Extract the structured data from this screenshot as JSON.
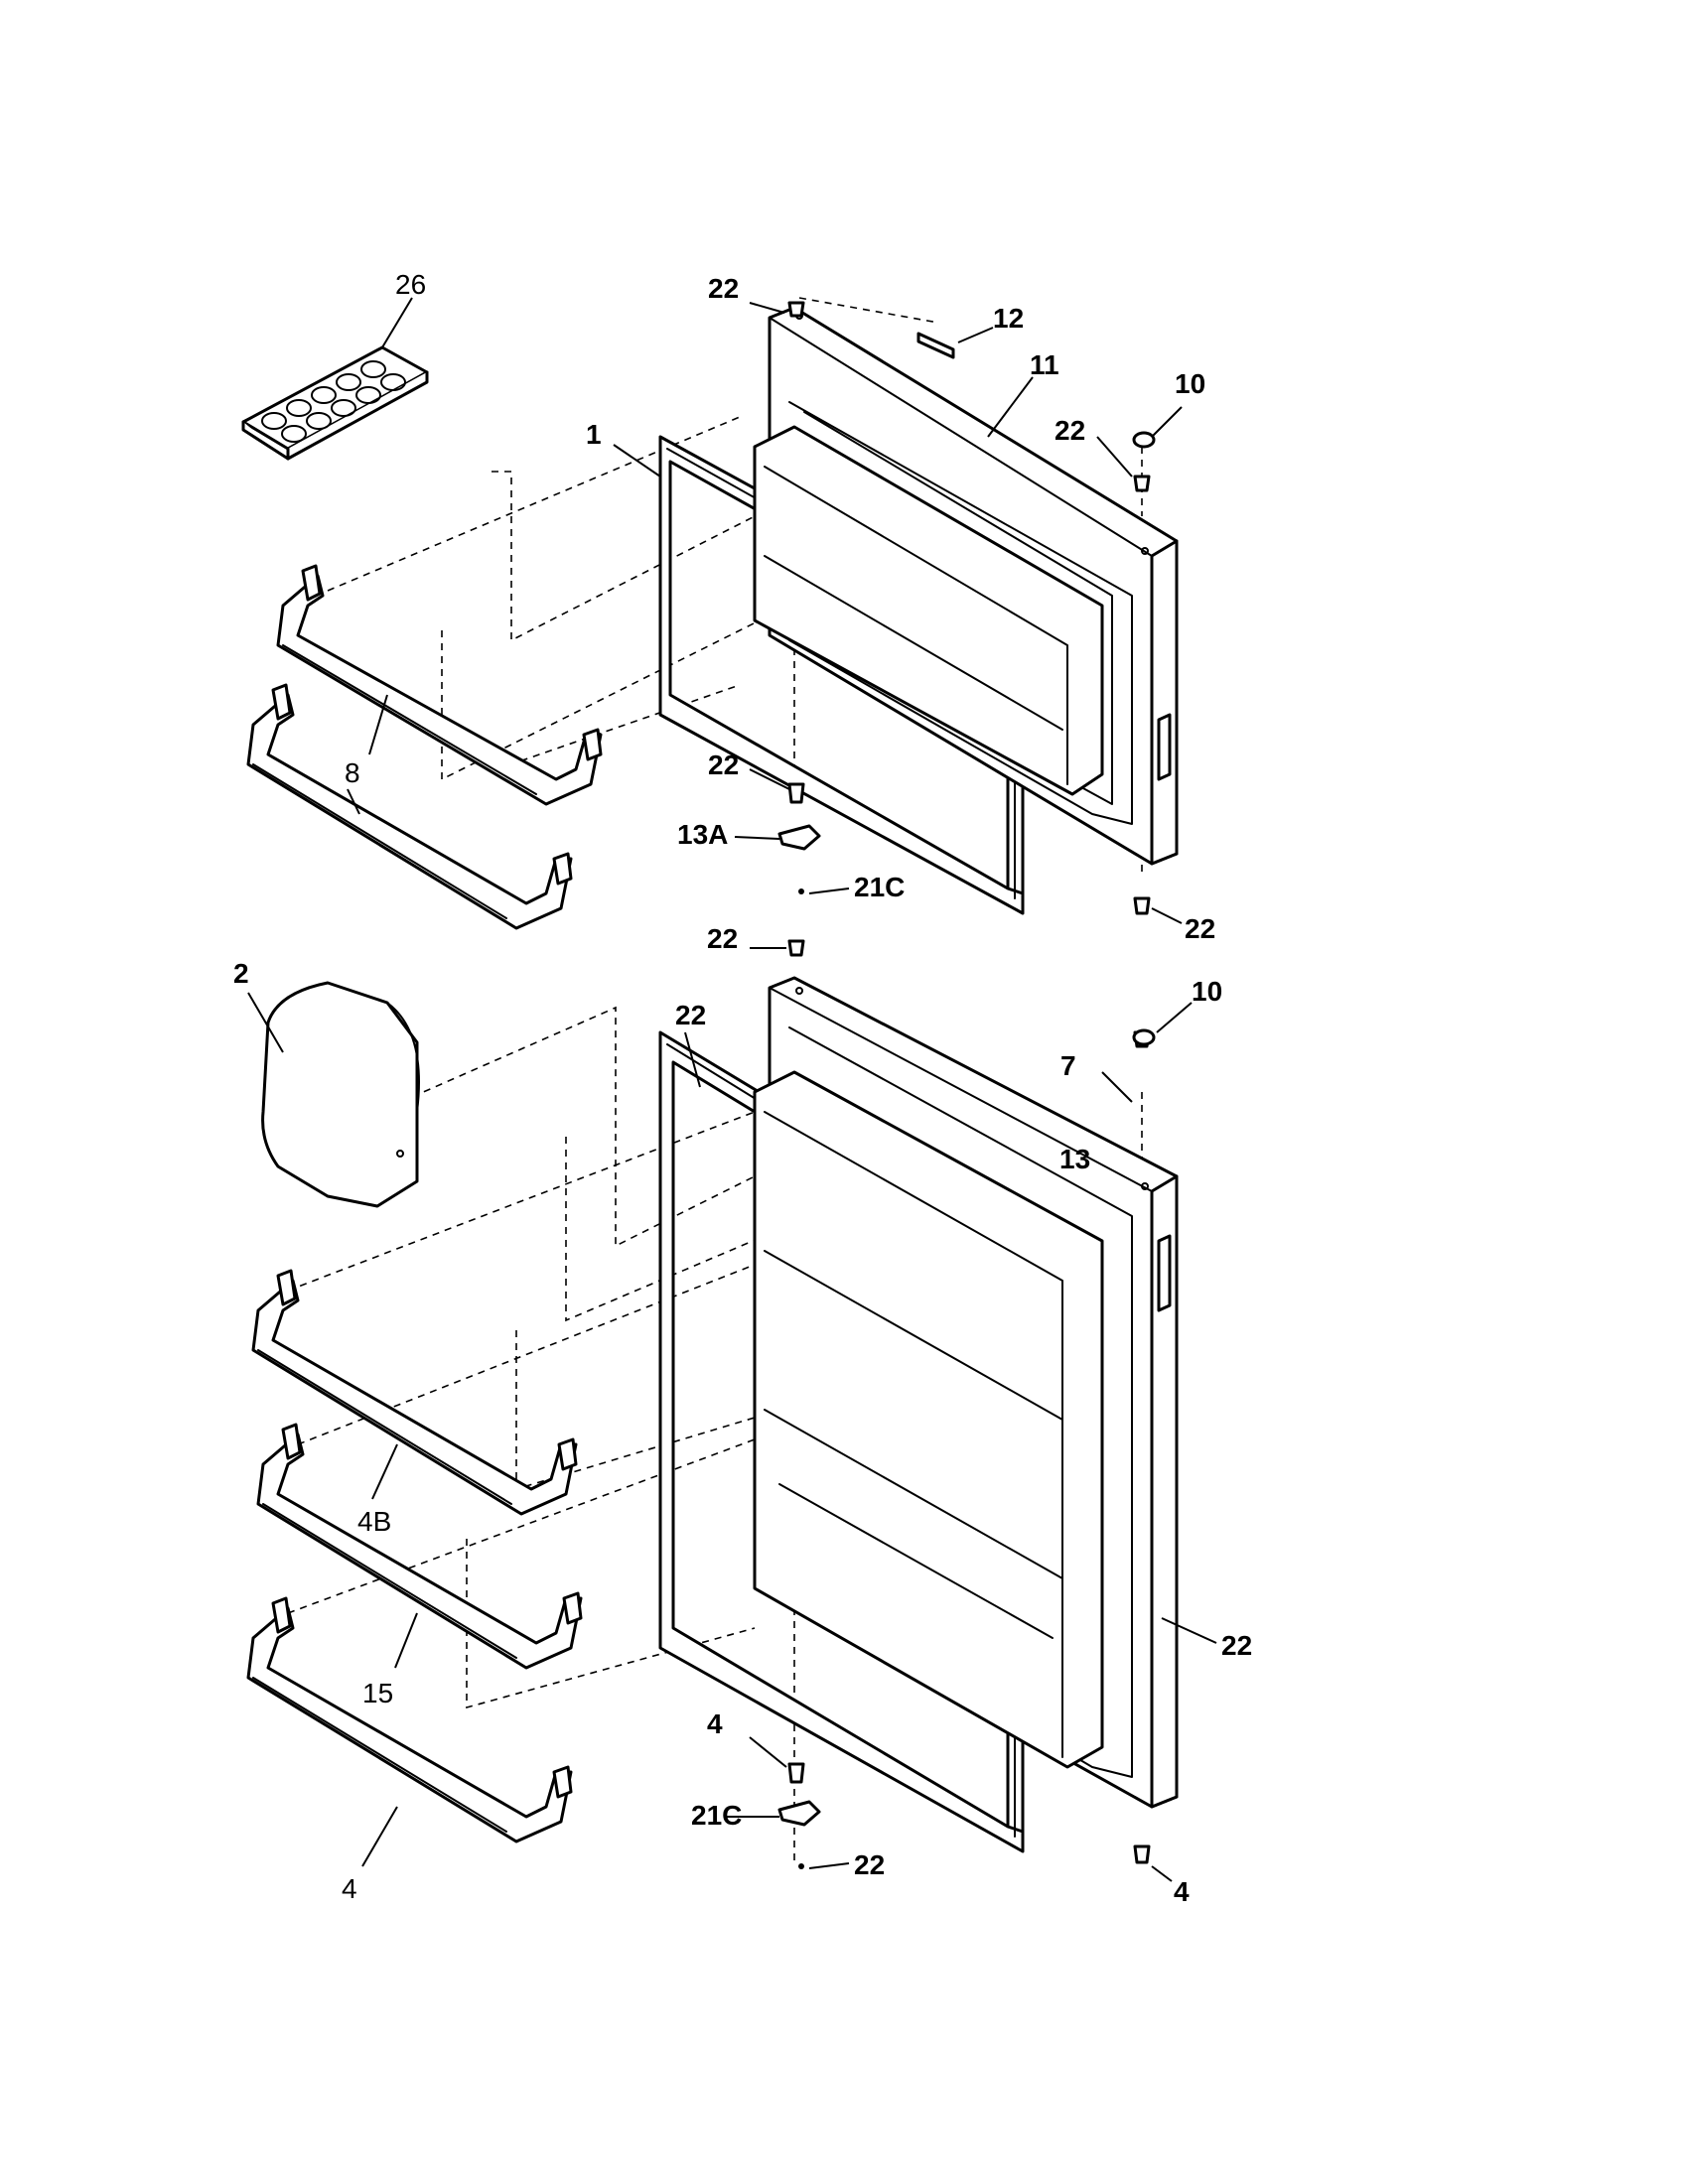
{
  "callouts": [
    {
      "id": "c26",
      "text": "26"
    },
    {
      "id": "c22a",
      "text": "22"
    },
    {
      "id": "c12",
      "text": "12"
    },
    {
      "id": "c11",
      "text": "11"
    },
    {
      "id": "c10a",
      "text": "10"
    },
    {
      "id": "c22b",
      "text": "22"
    },
    {
      "id": "c1",
      "text": "1"
    },
    {
      "id": "c8",
      "text": "8"
    },
    {
      "id": "c22c",
      "text": "22"
    },
    {
      "id": "c13A",
      "text": "13A"
    },
    {
      "id": "c21Ca",
      "text": "21C"
    },
    {
      "id": "c22d",
      "text": "22"
    },
    {
      "id": "c22e",
      "text": "22"
    },
    {
      "id": "c10b",
      "text": "10"
    },
    {
      "id": "c7",
      "text": "7"
    },
    {
      "id": "c2",
      "text": "2"
    },
    {
      "id": "c22f",
      "text": "22"
    },
    {
      "id": "c4a",
      "text": "4"
    },
    {
      "id": "c4B",
      "text": "4B"
    },
    {
      "id": "c15",
      "text": "15"
    },
    {
      "id": "c22g",
      "text": "22"
    },
    {
      "id": "c13",
      "text": "13"
    },
    {
      "id": "c21Cb",
      "text": "21C"
    },
    {
      "id": "c22h",
      "text": "22"
    },
    {
      "id": "c4b",
      "text": "4"
    }
  ]
}
